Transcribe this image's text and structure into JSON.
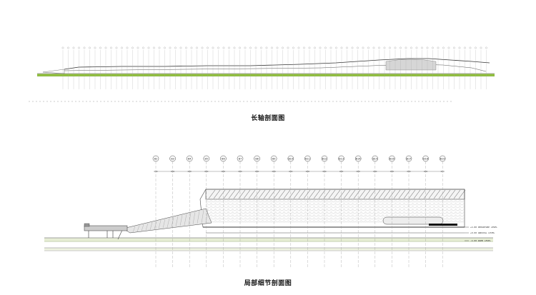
{
  "captions": {
    "long_section": "长轴剖面图",
    "detail_section": "局部细节剖面图"
  },
  "grid_bubbles": [
    "B2",
    "B3",
    "B4",
    "B5",
    "B6",
    "B7",
    "B8",
    "B9",
    "B10",
    "B11",
    "B12",
    "B13",
    "B14",
    "B15",
    "B16",
    "B17",
    "B18",
    "B19"
  ],
  "level_labels": [
    "+4.80 DEPARTURE LEVEL",
    "+0.00 ARRIVAL LEVEL",
    "-4.00 RAMP LEVEL"
  ],
  "colors": {
    "ground_green": "#8fbf3a",
    "line": "#3a3a3a",
    "hatch": "#888888"
  }
}
